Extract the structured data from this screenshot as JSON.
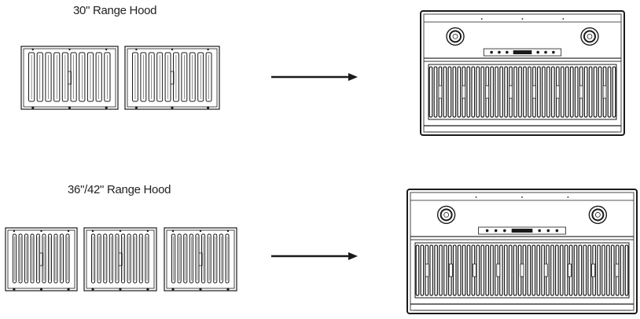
{
  "sections": [
    {
      "title": "30\" Range Hood",
      "filters": 2
    },
    {
      "title": "36\"/42\"  Range Hood",
      "filters": 3
    }
  ],
  "colors": {
    "stroke": "#1a1a1a",
    "paper": "#ffffff"
  }
}
